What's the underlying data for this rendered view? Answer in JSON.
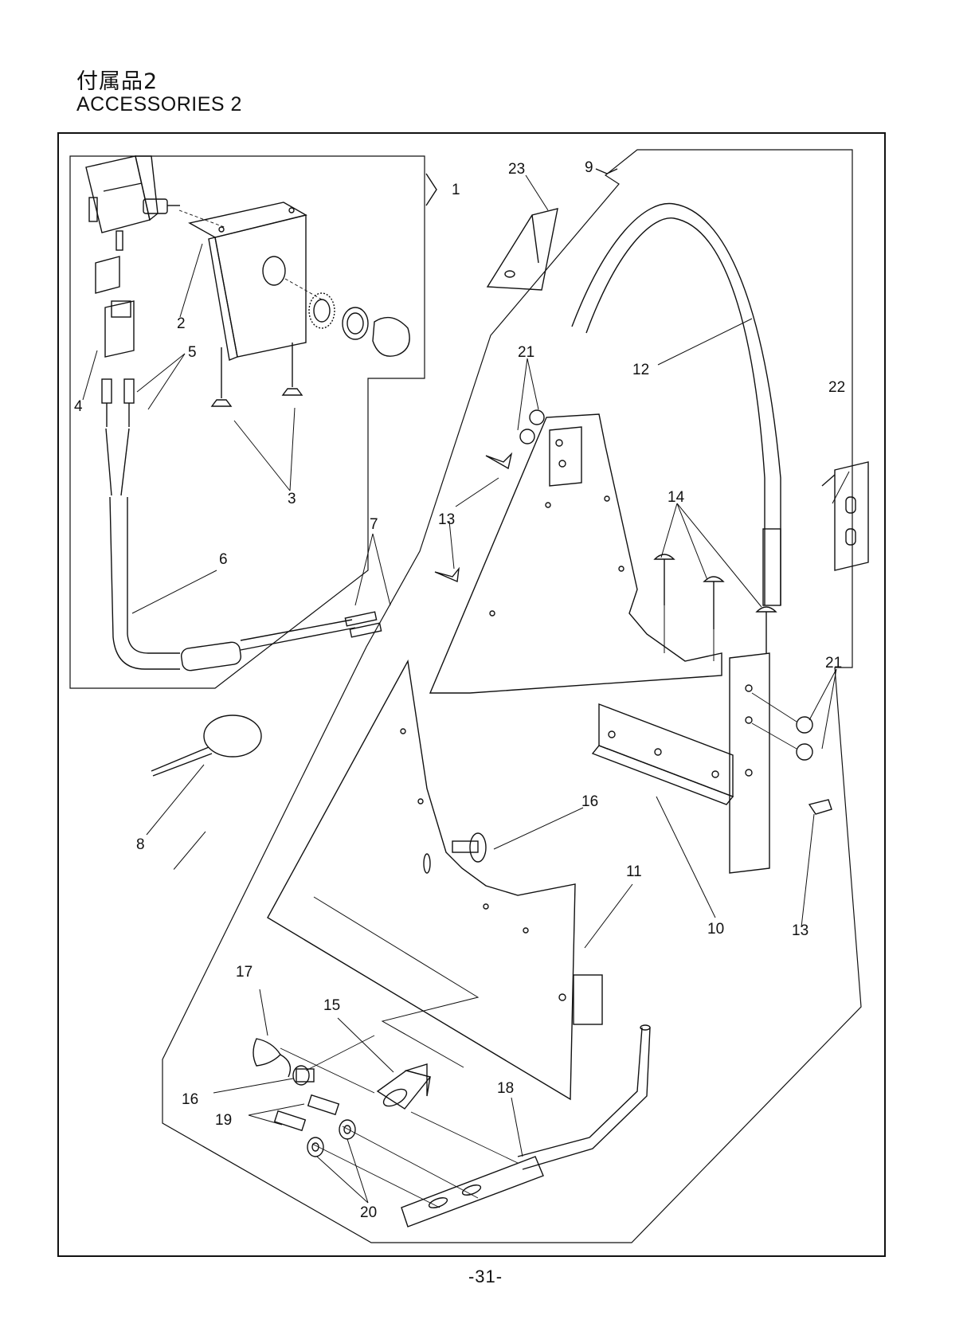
{
  "header": {
    "title_jp": "付属品2",
    "title_en": "ACCESSORIES 2"
  },
  "callouts": {
    "c1": "1",
    "c2": "2",
    "c3": "3",
    "c4": "4",
    "c5": "5",
    "c6": "6",
    "c7": "7",
    "c8": "8",
    "c9": "9",
    "c10": "10",
    "c11": "11",
    "c12": "12",
    "c13a": "13",
    "c13b": "13",
    "c14": "14",
    "c15": "15",
    "c16a": "16",
    "c16b": "16",
    "c17": "17",
    "c18": "18",
    "c19": "19",
    "c20": "20",
    "c21a": "21",
    "c21b": "21",
    "c22": "22",
    "c23": "23"
  },
  "footer": {
    "page_number": "-31-"
  }
}
